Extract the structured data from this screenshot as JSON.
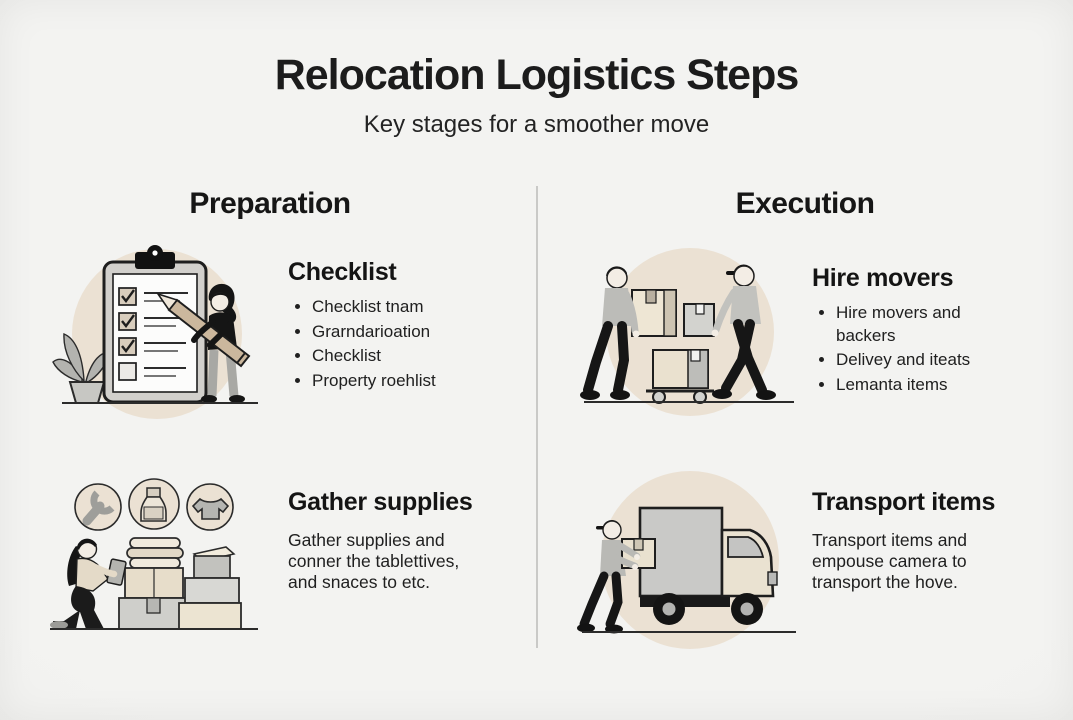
{
  "page": {
    "title": "Relocation Logistics Steps",
    "subtitle": "Key stages for a smoother move"
  },
  "colors": {
    "background": "#f1f1ef",
    "text": "#1b1b1b",
    "illustration_circle": "#ebe1d3",
    "divider": "#c9c9c7",
    "outline": "#1e1e1e"
  },
  "columns": [
    {
      "heading": "Preparation",
      "sections": [
        {
          "title": "Checklist",
          "illustration": "checklist-clipboard-illustration",
          "bullets": [
            "Checklist tnam",
            "Grarndarioation",
            "Checklist",
            "Property roehlist"
          ]
        },
        {
          "title": "Gather supplies",
          "illustration": "gather-supplies-illustration",
          "paragraph": "Gather supplies and\nconner the tablettives,\nand snaces to etc."
        }
      ]
    },
    {
      "heading": "Execution",
      "sections": [
        {
          "title": "Hire movers",
          "illustration": "hire-movers-illustration",
          "bullets": [
            "Hire movers and\nbackers",
            "Delivey and iteats",
            "Lemanta items"
          ]
        },
        {
          "title": "Transport items",
          "illustration": "transport-items-illustration",
          "paragraph": "Transport items and\nempouse camera to\ntransport the hove."
        }
      ]
    }
  ]
}
